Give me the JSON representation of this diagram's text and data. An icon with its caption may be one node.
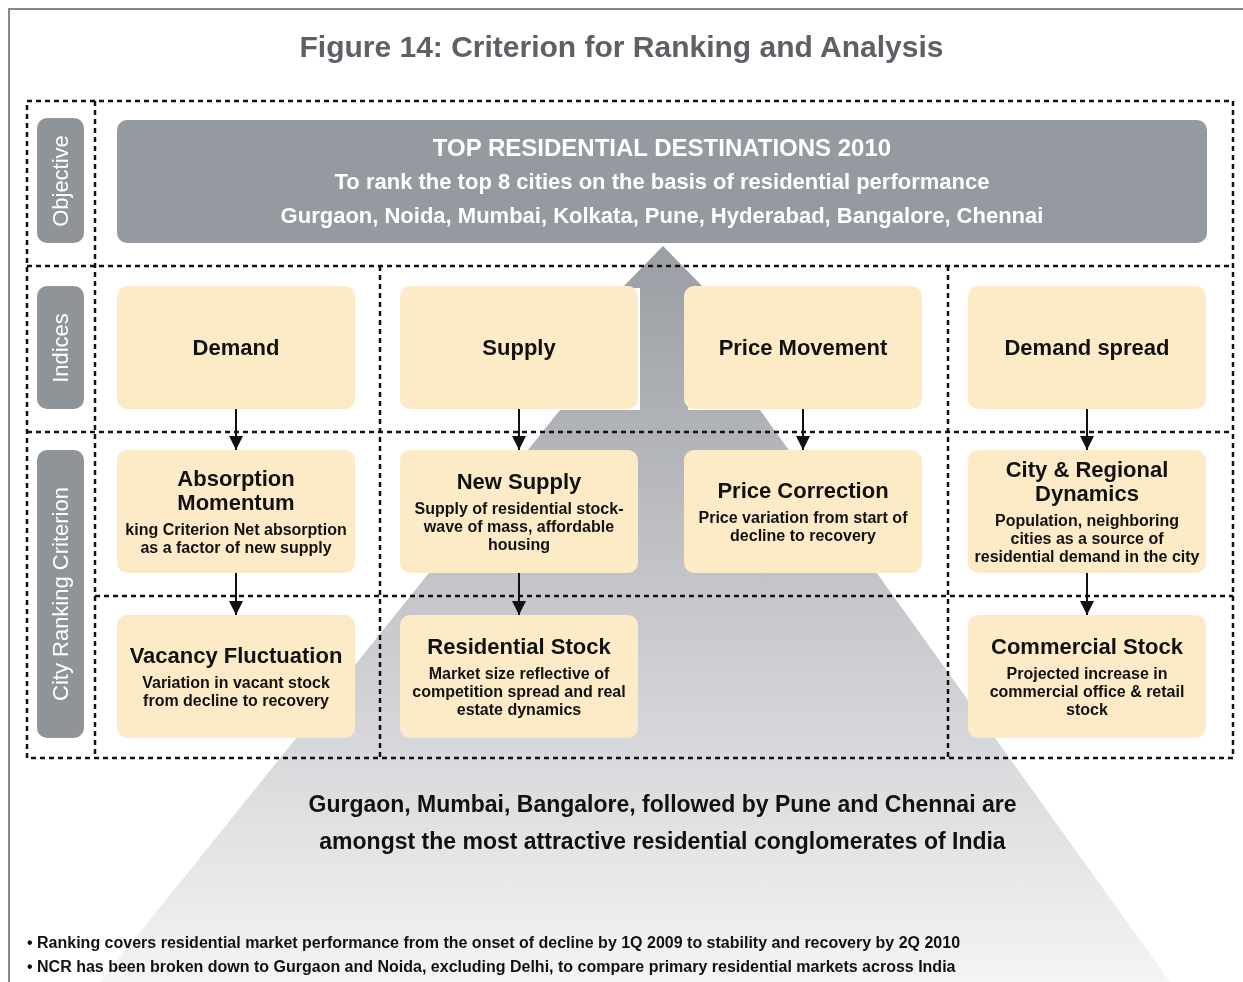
{
  "diagram": {
    "title": "Figure 14: Criterion for Ranking and Analysis",
    "nodes": [
      {
        "text": [
          "Objective"
        ]
      },
      {
        "text": [
          "TOP RESIDENTIAL DESTINATIONS 2010",
          "To rank the top 8 cities on the basis of residential performance",
          "Gurgaon, Noida, Mumbai, Kolkata, Pune, Hyderabad, Bangalore, Chennai"
        ]
      },
      {
        "text": [
          "Indices"
        ]
      },
      {
        "text": [
          "Demand"
        ]
      },
      {
        "text": [
          "Supply"
        ]
      },
      {
        "text": [
          "Price Movement"
        ]
      },
      {
        "text": [
          "Demand spread"
        ]
      },
      {
        "text": [
          "City Ranking Criterion"
        ]
      },
      {
        "text": [
          "Absorption Momentum",
          "king Criterion Net absorption as a factor of new supply"
        ]
      },
      {
        "text": [
          "New Supply",
          "Supply of residential stock- wave of mass, affordable housing"
        ]
      },
      {
        "text": [
          "Price Correction",
          "Price variation from start of decline to recovery"
        ]
      },
      {
        "text": [
          "City & Regional Dynamics",
          "Population, neighboring cities as a source of residential demand in the city"
        ]
      },
      {
        "text": [
          "Vacancy Fluctuation",
          "Variation in vacant stock from decline to recovery"
        ]
      },
      {
        "text": [
          "Residential Stock",
          "Market size reflective of competition spread and real estate dynamics"
        ]
      },
      {
        "text": [
          "Commercial Stock",
          "Projected increase in commercial office & retail stock"
        ]
      }
    ],
    "edges": [
      {
        "from": 3,
        "to": 8,
        "arrow": "to"
      },
      {
        "from": 4,
        "to": 9,
        "arrow": "to"
      },
      {
        "from": 5,
        "to": 10,
        "arrow": "to"
      },
      {
        "from": 6,
        "to": 11,
        "arrow": "to"
      },
      {
        "from": 8,
        "to": 12,
        "arrow": "to"
      },
      {
        "from": 9,
        "to": 13,
        "arrow": "to"
      },
      {
        "from": 11,
        "to": 14,
        "arrow": "to"
      }
    ],
    "labels": [
      "Gurgaon, Mumbai, Bangalore, followed by Pune and Chennai are amongst the most attractive residential conglomerates of India",
      "• Ranking covers residential market performance from the onset of decline by 1Q 2009 to stability and recovery by 2Q 2010",
      "• NCR has been broken down to Gurgaon and Noida, excluding Delhi, to compare primary residential markets across India"
    ]
  }
}
